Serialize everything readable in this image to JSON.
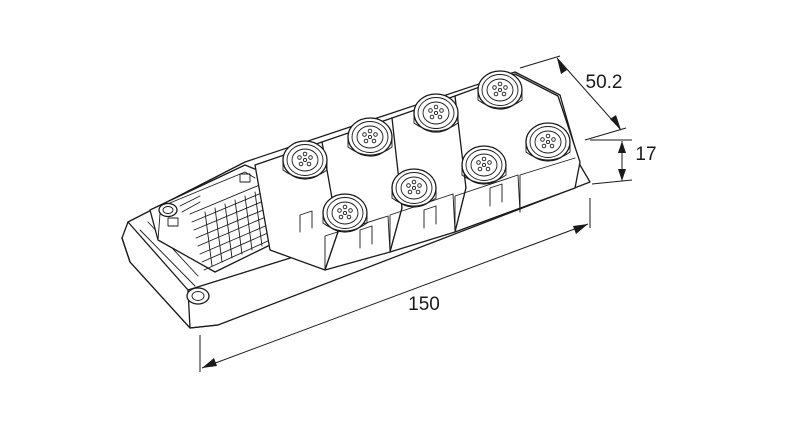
{
  "dimensions": {
    "length": "150",
    "width": "50.2",
    "height": "17"
  },
  "connector_count": 8,
  "colors": {
    "line": "#1a1a1a",
    "background": "#ffffff"
  }
}
